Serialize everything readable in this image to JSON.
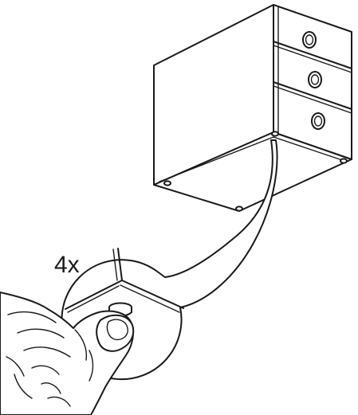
{
  "annotation": {
    "count_label": "4x"
  },
  "parts": {
    "drawer_count": 3,
    "felt_pad_count": 4
  },
  "icons": {
    "unit": "drawer-cabinet-icon",
    "pad": "felt-pad-icon",
    "hand": "hand-icon",
    "callout": "magnifier-callout-icon"
  },
  "colors": {
    "ink": "#1a1a1a",
    "paper": "#ffffff"
  }
}
